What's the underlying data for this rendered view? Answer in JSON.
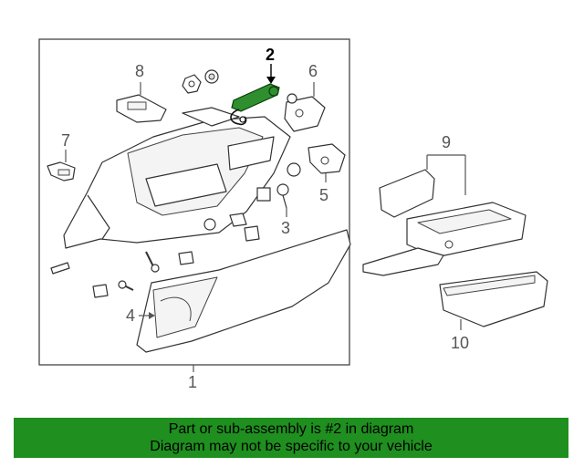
{
  "callouts": {
    "c1": "1",
    "c2": "2",
    "c3": "3",
    "c4": "4",
    "c5": "5",
    "c6": "6",
    "c7": "7",
    "c8": "8",
    "c9": "9",
    "c10": "10"
  },
  "highlighted_part": "2",
  "colors": {
    "highlight": "#2f8f2f",
    "banner": "#1f8f1f"
  },
  "banner": {
    "line1": "Part or sub-assembly is #2 in diagram",
    "line2": "Diagram may not be specific to your vehicle"
  }
}
